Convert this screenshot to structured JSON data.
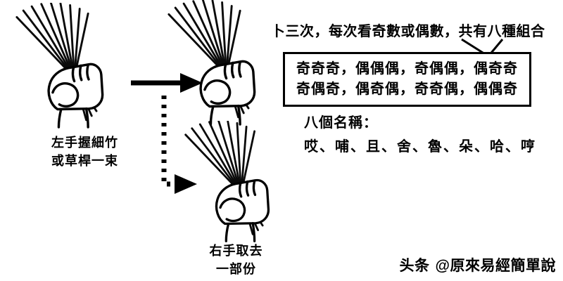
{
  "palette": {
    "ink": "#000000",
    "paper": "#ffffff"
  },
  "left_bundle": {
    "caption_line1": "左手握細竹",
    "caption_line2": "或草桿一束"
  },
  "taken_bundle": {
    "caption_line1": "右手取去",
    "caption_line2": "一部份"
  },
  "callout": {
    "text": "卜三次，每次看奇數或偶數，共有八種組合"
  },
  "combinations": {
    "row1": "奇奇奇，偶偶偶，奇偶偶，偶奇奇",
    "row2": "奇偶奇，偶奇偶，奇奇偶，偶偶奇"
  },
  "names": {
    "label": "八個名稱：",
    "list": "哎、哺、且、舍、魯、朵、哈、哼"
  },
  "watermark": {
    "brand": "头条",
    "handle": "@原來易經簡單說"
  }
}
